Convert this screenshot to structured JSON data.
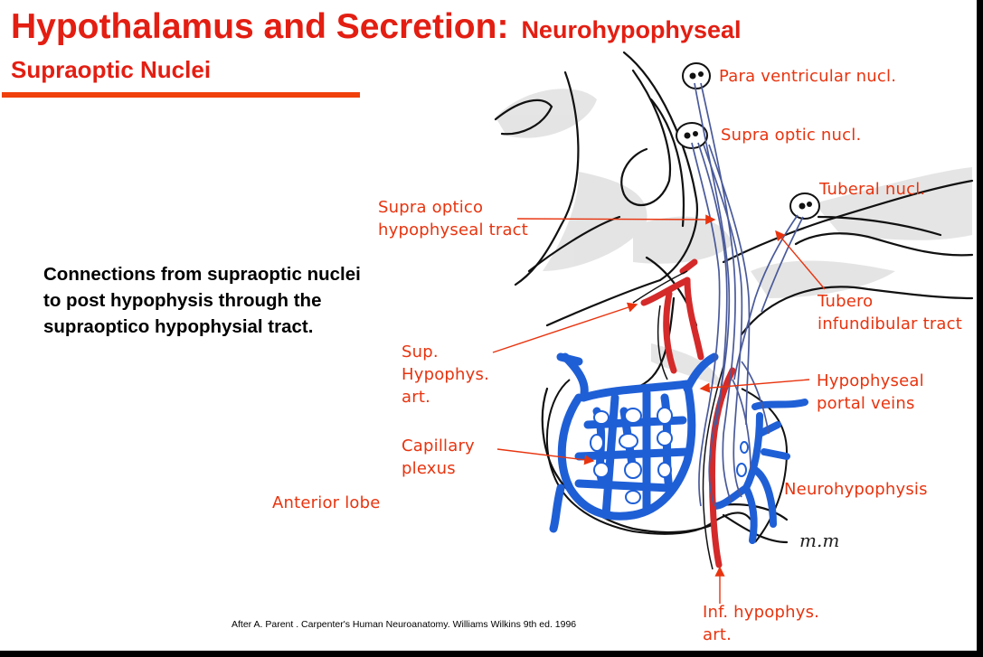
{
  "header": {
    "title": "Hypothalamus and Secretion:",
    "title_suffix": "Neurohypophyseal",
    "subtitle": "Supraoptic Nuclei"
  },
  "description": "Connections from supraoptic nuclei to post hypophysis through the supraoptico hypophysial tract.",
  "credit": "After A. Parent . Carpenter's Human Neuroanatomy. Williams Wilkins 9th ed. 1996",
  "diagram": {
    "signature": "m.m",
    "labels": {
      "paraventricular": "Para ventricular nucl.",
      "supraoptic": "Supra optic nucl.",
      "tuberal": "Tuberal nucl.",
      "supraoptico_tract": "Supra optico\nhypophyseal tract",
      "tubero_tract": "Tubero\ninfundibular tract",
      "sup_hypophys_art": "Sup.\nHypophys.\nart.",
      "portal_veins": "Hypophyseal\nportal veins",
      "capillary_plexus": "Capillary\nplexus",
      "anterior_lobe": "Anterior lobe",
      "neurohypophysis": "Neurohypophysis",
      "inf_hypophys_art": "Inf. hypophys.\nart."
    }
  },
  "colors": {
    "title": "#e31e12",
    "label": "#e8340f",
    "vein_blue": "#1f5fd6",
    "artery_red": "#d42a2a",
    "tract_blue": "#4a5a9a"
  }
}
